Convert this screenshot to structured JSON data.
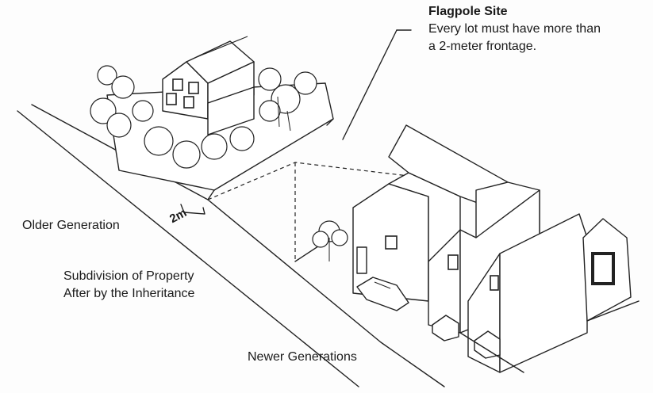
{
  "annotation": {
    "title": "Flagpole Site",
    "line1": "Every lot must have more than",
    "line2": "a 2-meter frontage."
  },
  "labels": {
    "older": "Older Generation",
    "subdivision_line1": "Subdivision of Property",
    "subdivision_line2": "After by the Inheritance",
    "newer": "Newer Generations"
  },
  "dimension": "2m",
  "colors": {
    "ink": "#222222",
    "paper": "#fdfdfd"
  }
}
